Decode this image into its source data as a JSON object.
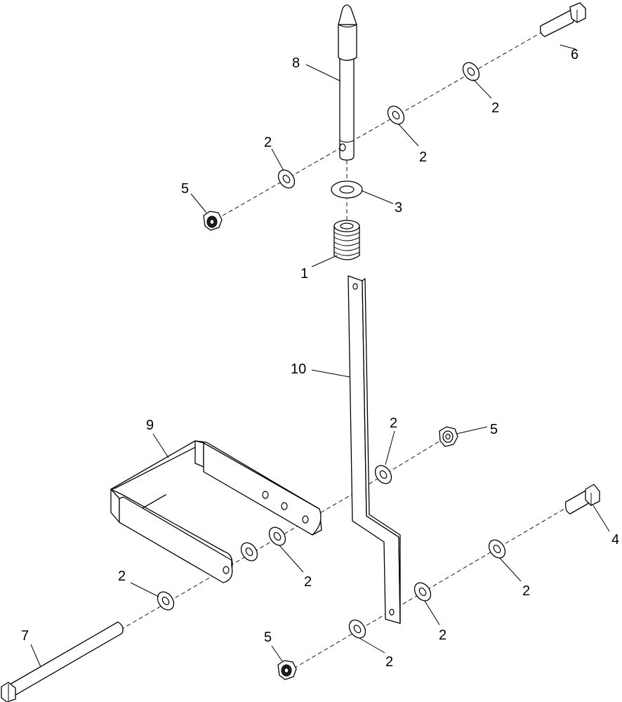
{
  "title": "",
  "callouts": {
    "c1": "1",
    "c2": "2",
    "c3": "3",
    "c4": "4",
    "c5": "5",
    "c6": "6",
    "c7": "7",
    "c8": "8",
    "c9": "9",
    "c10": "10"
  },
  "colors": {
    "line": "#000000",
    "background": "#ffffff"
  }
}
